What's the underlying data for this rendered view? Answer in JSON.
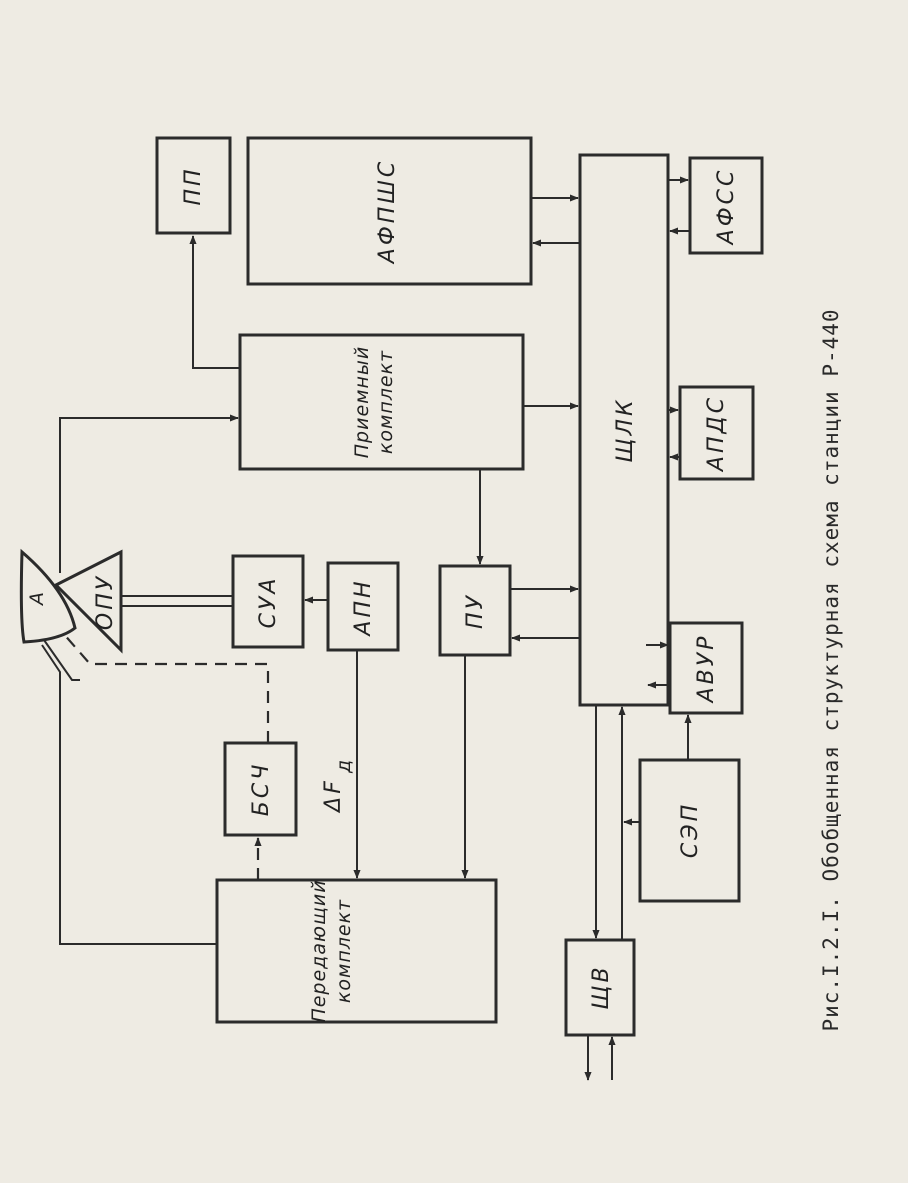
{
  "blocks": {
    "pp": "ПП",
    "afpshs": "АФПШС",
    "afss": "АФСС",
    "priemny_line1": "Приемный",
    "priemny_line2": "комплект",
    "shchlk": "ЩЛК",
    "apds": "АПДС",
    "sua": "СУА",
    "apn": "АПН",
    "pu": "ПУ",
    "avur": "АВУР",
    "bsch": "БСЧ",
    "peredayushchy_line1": "Передающий",
    "peredayushchy_line2": "комплект",
    "sep": "СЭП",
    "shchv": "ЩВ",
    "opu": "ОПУ",
    "antenna": "А"
  },
  "signal_label_main": "ΔF",
  "signal_label_sub": "д",
  "caption": "Рис.I.2.I. Обобщенная структурная схема станции Р-440"
}
